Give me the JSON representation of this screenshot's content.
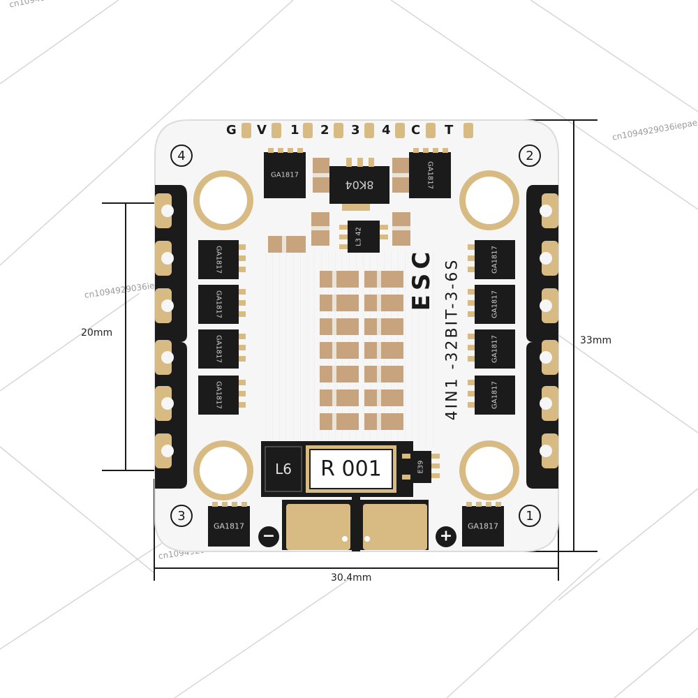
{
  "watermark": "cn1094929036iepae",
  "dimensions": {
    "height": "33mm",
    "width": "30.4mm",
    "mount_spacing": "20mm"
  },
  "board": {
    "esc_label": "ESC",
    "model_label": "4IN1 -32BIT-3-6S",
    "signal_pads": [
      "G",
      "V",
      "1",
      "2",
      "3",
      "4",
      "C",
      "T"
    ],
    "corner_numbers": [
      "4",
      "2",
      "3",
      "1"
    ],
    "mosfet_label": "GA1817",
    "shunt_label": "R 001",
    "inductor_label": "L6",
    "regulator_label": "8K04",
    "small_ic_label": "L3 42",
    "sot_label": "E39",
    "polarity_negative": "−",
    "polarity_positive": "+"
  },
  "colors": {
    "pcb": "#f7f7f7",
    "gold": "#d8bb82",
    "chip": "#1b1b1b",
    "capacitor": "#c8a47e",
    "lines": "#1a1a1a"
  }
}
